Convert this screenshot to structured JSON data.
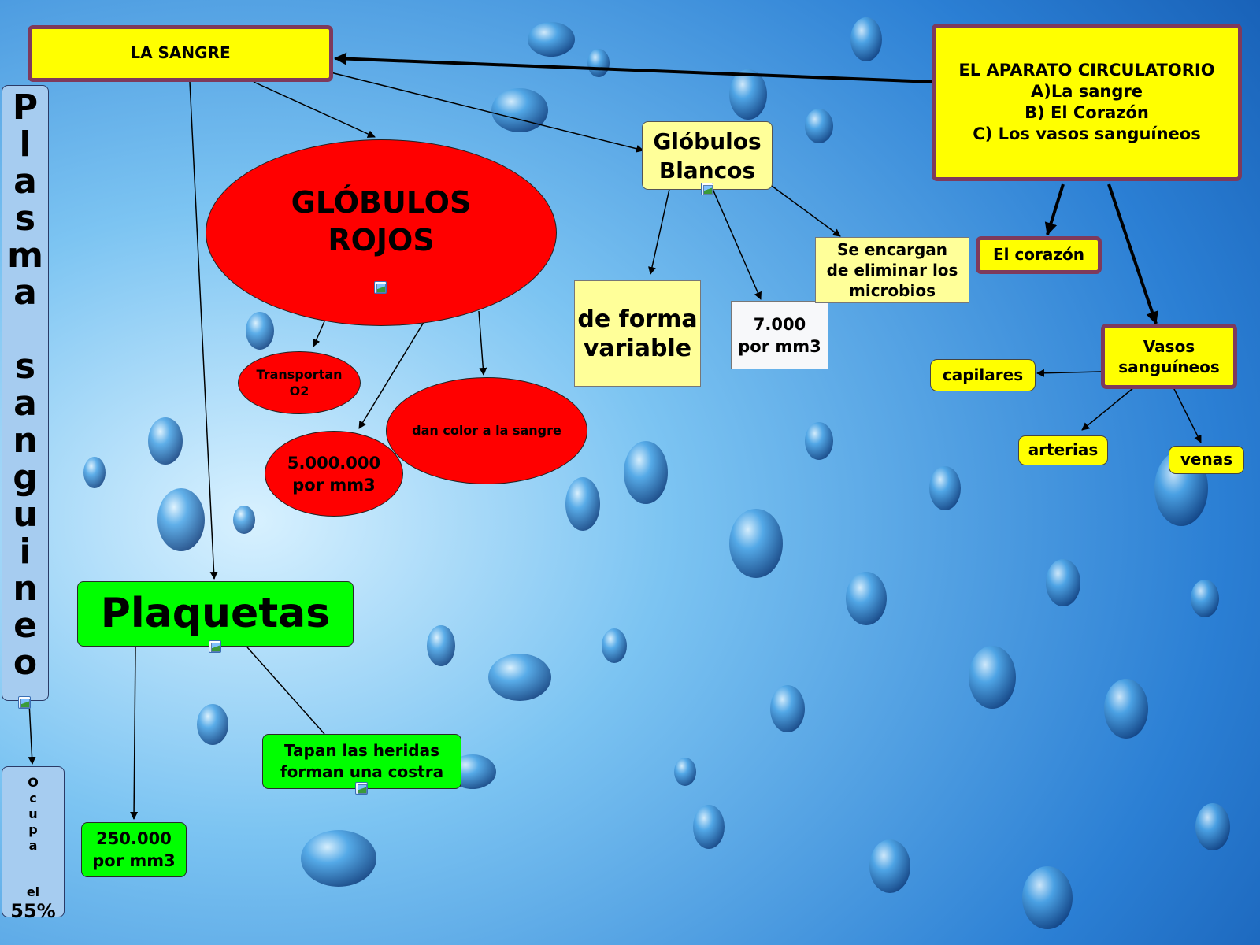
{
  "title_node": {
    "label": "LA SANGRE"
  },
  "circ": {
    "lines": [
      "EL APARATO CIRCULATORIO",
      "A)La sangre",
      "B) El Corazón",
      "C) Los vasos sanguíneos"
    ]
  },
  "globulos_rojos": {
    "lines": [
      "GLÓBULOS",
      "ROJOS"
    ]
  },
  "transportan": {
    "lines": [
      "Transportan",
      "O2"
    ]
  },
  "rojos_count": {
    "lines": [
      "5.000.000",
      "por mm3"
    ]
  },
  "dan_color": {
    "label": "dan color a la sangre"
  },
  "globulos_blancos": {
    "lines": [
      "Glóbulos",
      "Blancos"
    ]
  },
  "forma": {
    "lines": [
      "de forma",
      "variable"
    ]
  },
  "blancos_count": {
    "lines": [
      "7.000",
      "por mm3"
    ]
  },
  "encargan": {
    "lines": [
      "Se encargan",
      "de eliminar los",
      "microbios"
    ]
  },
  "corazon": {
    "label": "El corazón"
  },
  "vasos": {
    "lines": [
      "Vasos",
      "sanguíneos"
    ]
  },
  "capilares": {
    "label": "capilares"
  },
  "arterias": {
    "label": "arterias"
  },
  "venas": {
    "label": "venas"
  },
  "plaquetas": {
    "label": "Plaquetas"
  },
  "tapan": {
    "lines": [
      "Tapan las heridas",
      "forman una costra"
    ]
  },
  "plaq_count": {
    "lines": [
      "250.000",
      "por mm3"
    ]
  },
  "plasma": {
    "letters": [
      "P",
      "l",
      "a",
      "s",
      "m",
      "a",
      "",
      "s",
      "a",
      "n",
      "g",
      "u",
      "i",
      "n",
      "e",
      "o"
    ]
  },
  "ocupa": {
    "letters": [
      "O",
      "c",
      "u",
      "p",
      "a",
      "",
      ""
    ],
    "lines": [
      "el",
      "55%"
    ]
  },
  "colors": {
    "sky": "#2b7fd4",
    "node_yellow": "#ffff00",
    "node_border": "#7e3a5c",
    "red": "#ff0000",
    "green": "#00ff00",
    "plasma_blue": "#a6ccf0"
  }
}
